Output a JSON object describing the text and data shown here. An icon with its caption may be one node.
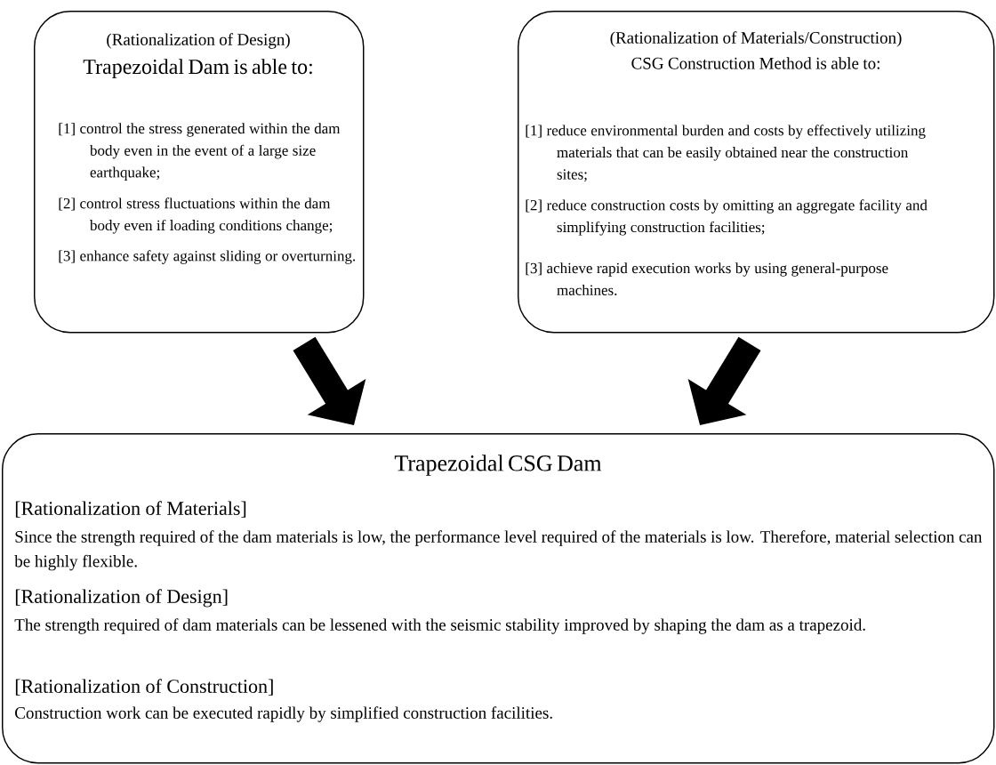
{
  "diagram": {
    "nodes": [
      {
        "text": [
          "(Rationalization of Design)",
          "Trapezoidal Dam is able to:",
          "[1] control the stress generated within the dam body even in the event of a large size earthquake;",
          "[2] control stress fluctuations within the dam body even if loading conditions change;",
          "[3] enhance safety against sliding or overturning."
        ]
      },
      {
        "text": [
          "(Rationalization of Materials/Construction)",
          "CSG Construction Method is able to:",
          "[1] reduce environmental burden and costs by effectively utilizing materials that can be easily obtained near the construction sites;",
          "[2] reduce construction costs by omitting an aggregate facility and simplifying construction facilities;",
          "[3] achieve rapid execution works by using general-purpose machines."
        ]
      },
      {
        "text": [
          "Trapezoidal CSG Dam",
          "[Rationalization of Materials]",
          "Since the strength required of the dam materials is low, the performance level required of the materials is low. Therefore, material selection can be highly flexible.",
          "[Rationalization of Design]",
          "The strength required of dam materials can be lessened with the seismic stability improved by shaping the dam as a trapezoid.",
          "[Rationalization of Construction]",
          "Construction work can be executed rapidly by simplified construction facilities."
        ]
      }
    ],
    "edges": [
      {
        "from": 0,
        "to": 2,
        "arrow": "to"
      },
      {
        "from": 1,
        "to": 2,
        "arrow": "to"
      }
    ]
  }
}
